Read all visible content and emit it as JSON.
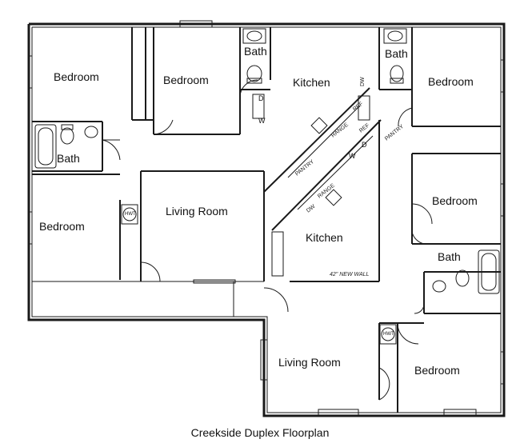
{
  "caption": "Creekside Duplex Floorplan",
  "rooms": {
    "bedroom_top_left": "Bedroom",
    "bedroom_top_mid": "Bedroom",
    "bath_top_mid": "Bath",
    "kitchen_top": "Kitchen",
    "bath_top_right": "Bath",
    "bedroom_top_right": "Bedroom",
    "bath_left": "Bath",
    "living_room_left": "Living Room",
    "bedroom_left": "Bedroom",
    "bedroom_right_mid": "Bedroom",
    "kitchen_bottom": "Kitchen",
    "bath_right": "Bath",
    "living_room_bottom": "Living Room",
    "bedroom_bottom_right": "Bedroom"
  },
  "fixtures": {
    "hwt_left": "HWT",
    "hwt_right": "HWT",
    "dw_top": "DW",
    "dw_bottom": "DW",
    "range_top": "RANGE",
    "range_bottom": "RANGE",
    "pantry_top": "PANTRY",
    "pantry_right": "PANTRY",
    "washer_top": "W",
    "dryer_top": "D",
    "washer_bottom": "W",
    "dryer_bottom": "D",
    "ref_top": "REF",
    "ref_bottom": "REF"
  },
  "notes": {
    "new_wall": "42\" NEW WALL"
  }
}
